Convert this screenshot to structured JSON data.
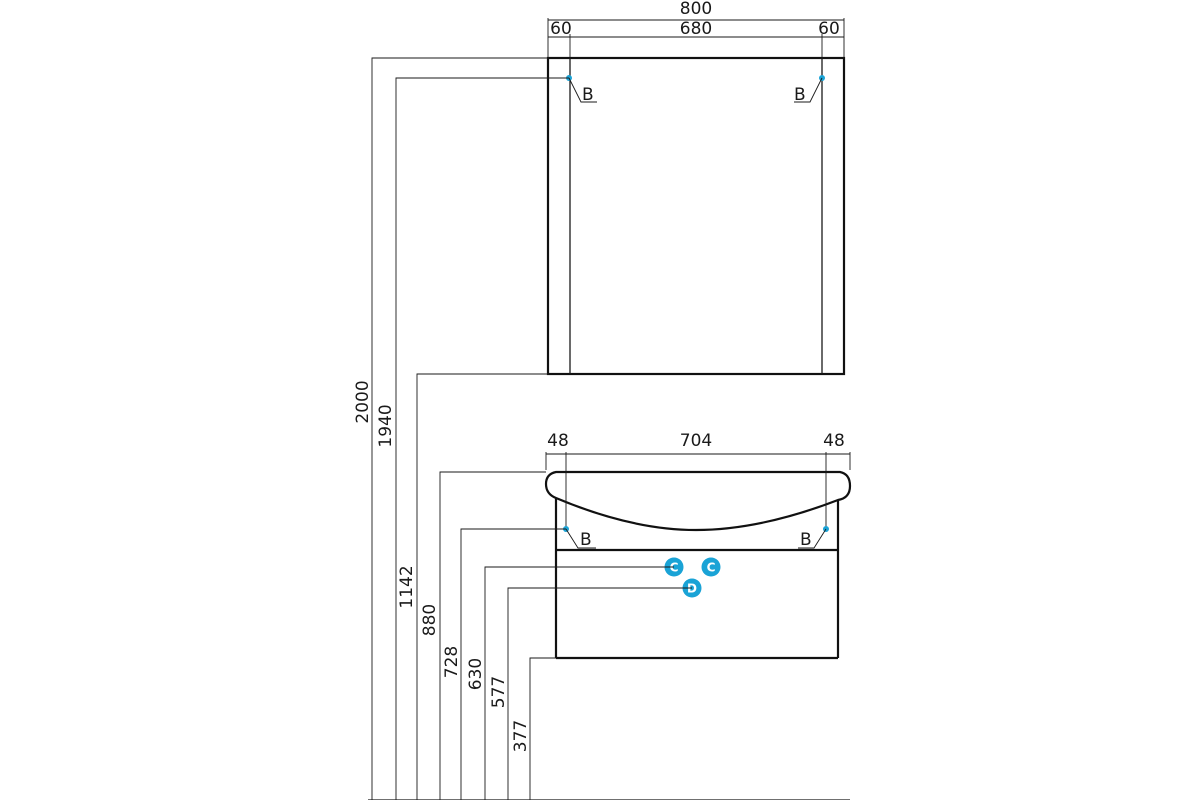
{
  "mirror": {
    "width_total": "800",
    "width_left": "60",
    "width_center": "680",
    "width_right": "60",
    "mount_left": "B",
    "mount_right": "B"
  },
  "cabinet": {
    "width_left": "48",
    "width_center": "704",
    "width_right": "48",
    "mount_left": "B",
    "mount_right": "B"
  },
  "heights": {
    "h2000": "2000",
    "h1940": "1940",
    "h1142": "1142",
    "h880": "880",
    "h728": "728",
    "h630": "630",
    "h577": "577",
    "h377": "377"
  },
  "markers": {
    "c1": "C",
    "c2": "C",
    "d": "D"
  },
  "colors": {
    "line": "#1a1a1a",
    "marker": "#1aa3d6",
    "point": "#1aa3d6"
  }
}
